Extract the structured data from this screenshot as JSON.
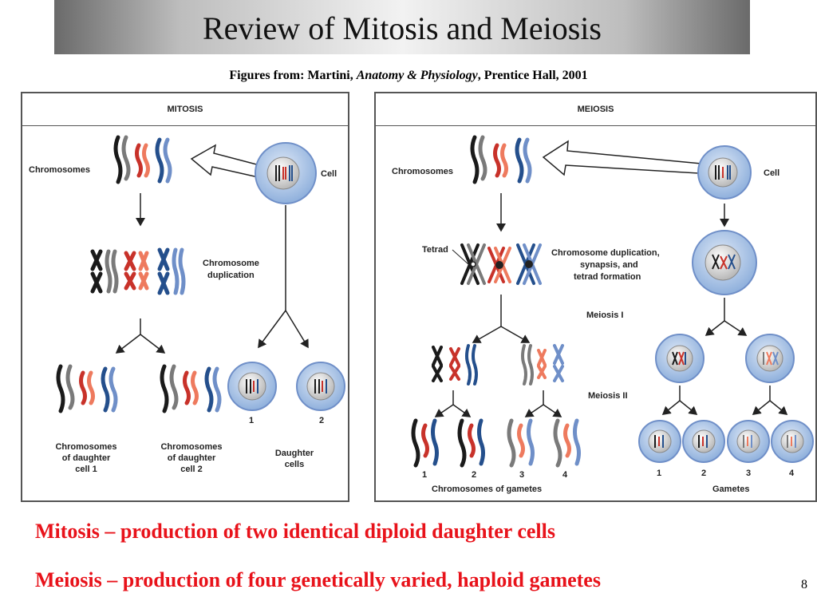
{
  "slide": {
    "title": "Review of Mitosis and Meiosis",
    "credit_prefix": "Figures from: Martini, ",
    "credit_book": "Anatomy & Physiology",
    "credit_suffix": ", Prentice Hall, 2001",
    "line1": "Mitosis – production of two identical diploid daughter cells",
    "line2": "Meiosis – production of four genetically varied, haploid gametes",
    "page_number": "8"
  },
  "mitosis": {
    "heading": "MITOSIS",
    "chromosomes": "Chromosomes",
    "cell": "Cell",
    "dup1": "Chromosome",
    "dup2": "duplication",
    "d1a": "Chromosomes",
    "d1b": "of daughter",
    "d1c": "cell 1",
    "d2a": "Chromosomes",
    "d2b": "of daughter",
    "d2c": "cell 2",
    "dca": "Daughter",
    "dcb": "cells",
    "n1": "1",
    "n2": "2"
  },
  "meiosis": {
    "heading": "MEIOSIS",
    "chromosomes": "Chromosomes",
    "cell": "Cell",
    "tetrad": "Tetrad",
    "dup1": "Chromosome duplication,",
    "dup2": "synapsis, and",
    "dup3": "tetrad formation",
    "m1": "Meiosis I",
    "m2": "Meiosis II",
    "gam_chrom": "Chromosomes of gametes",
    "gametes": "Gametes",
    "n1": "1",
    "n2": "2",
    "n3": "3",
    "n4": "4"
  },
  "colors": {
    "black": "#1a1a1a",
    "gray": "#7a7a7a",
    "red": "#c8322a",
    "salmon": "#ee7a5e",
    "navy": "#244f8c",
    "blue": "#6f8fc8",
    "cell": "#a9c3e6",
    "slide_text_red": "#e8121a"
  }
}
